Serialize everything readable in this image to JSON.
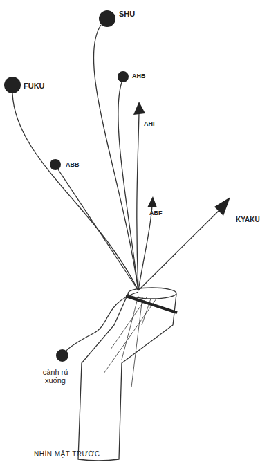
{
  "diagram": {
    "caption": "NHÌN MẶT TRƯỚC",
    "labels": [
      "SHU",
      "AHB",
      "FUKU",
      "AHF",
      "ABB",
      "ABF",
      "KYAKU",
      "cành rủ xuống"
    ]
  }
}
